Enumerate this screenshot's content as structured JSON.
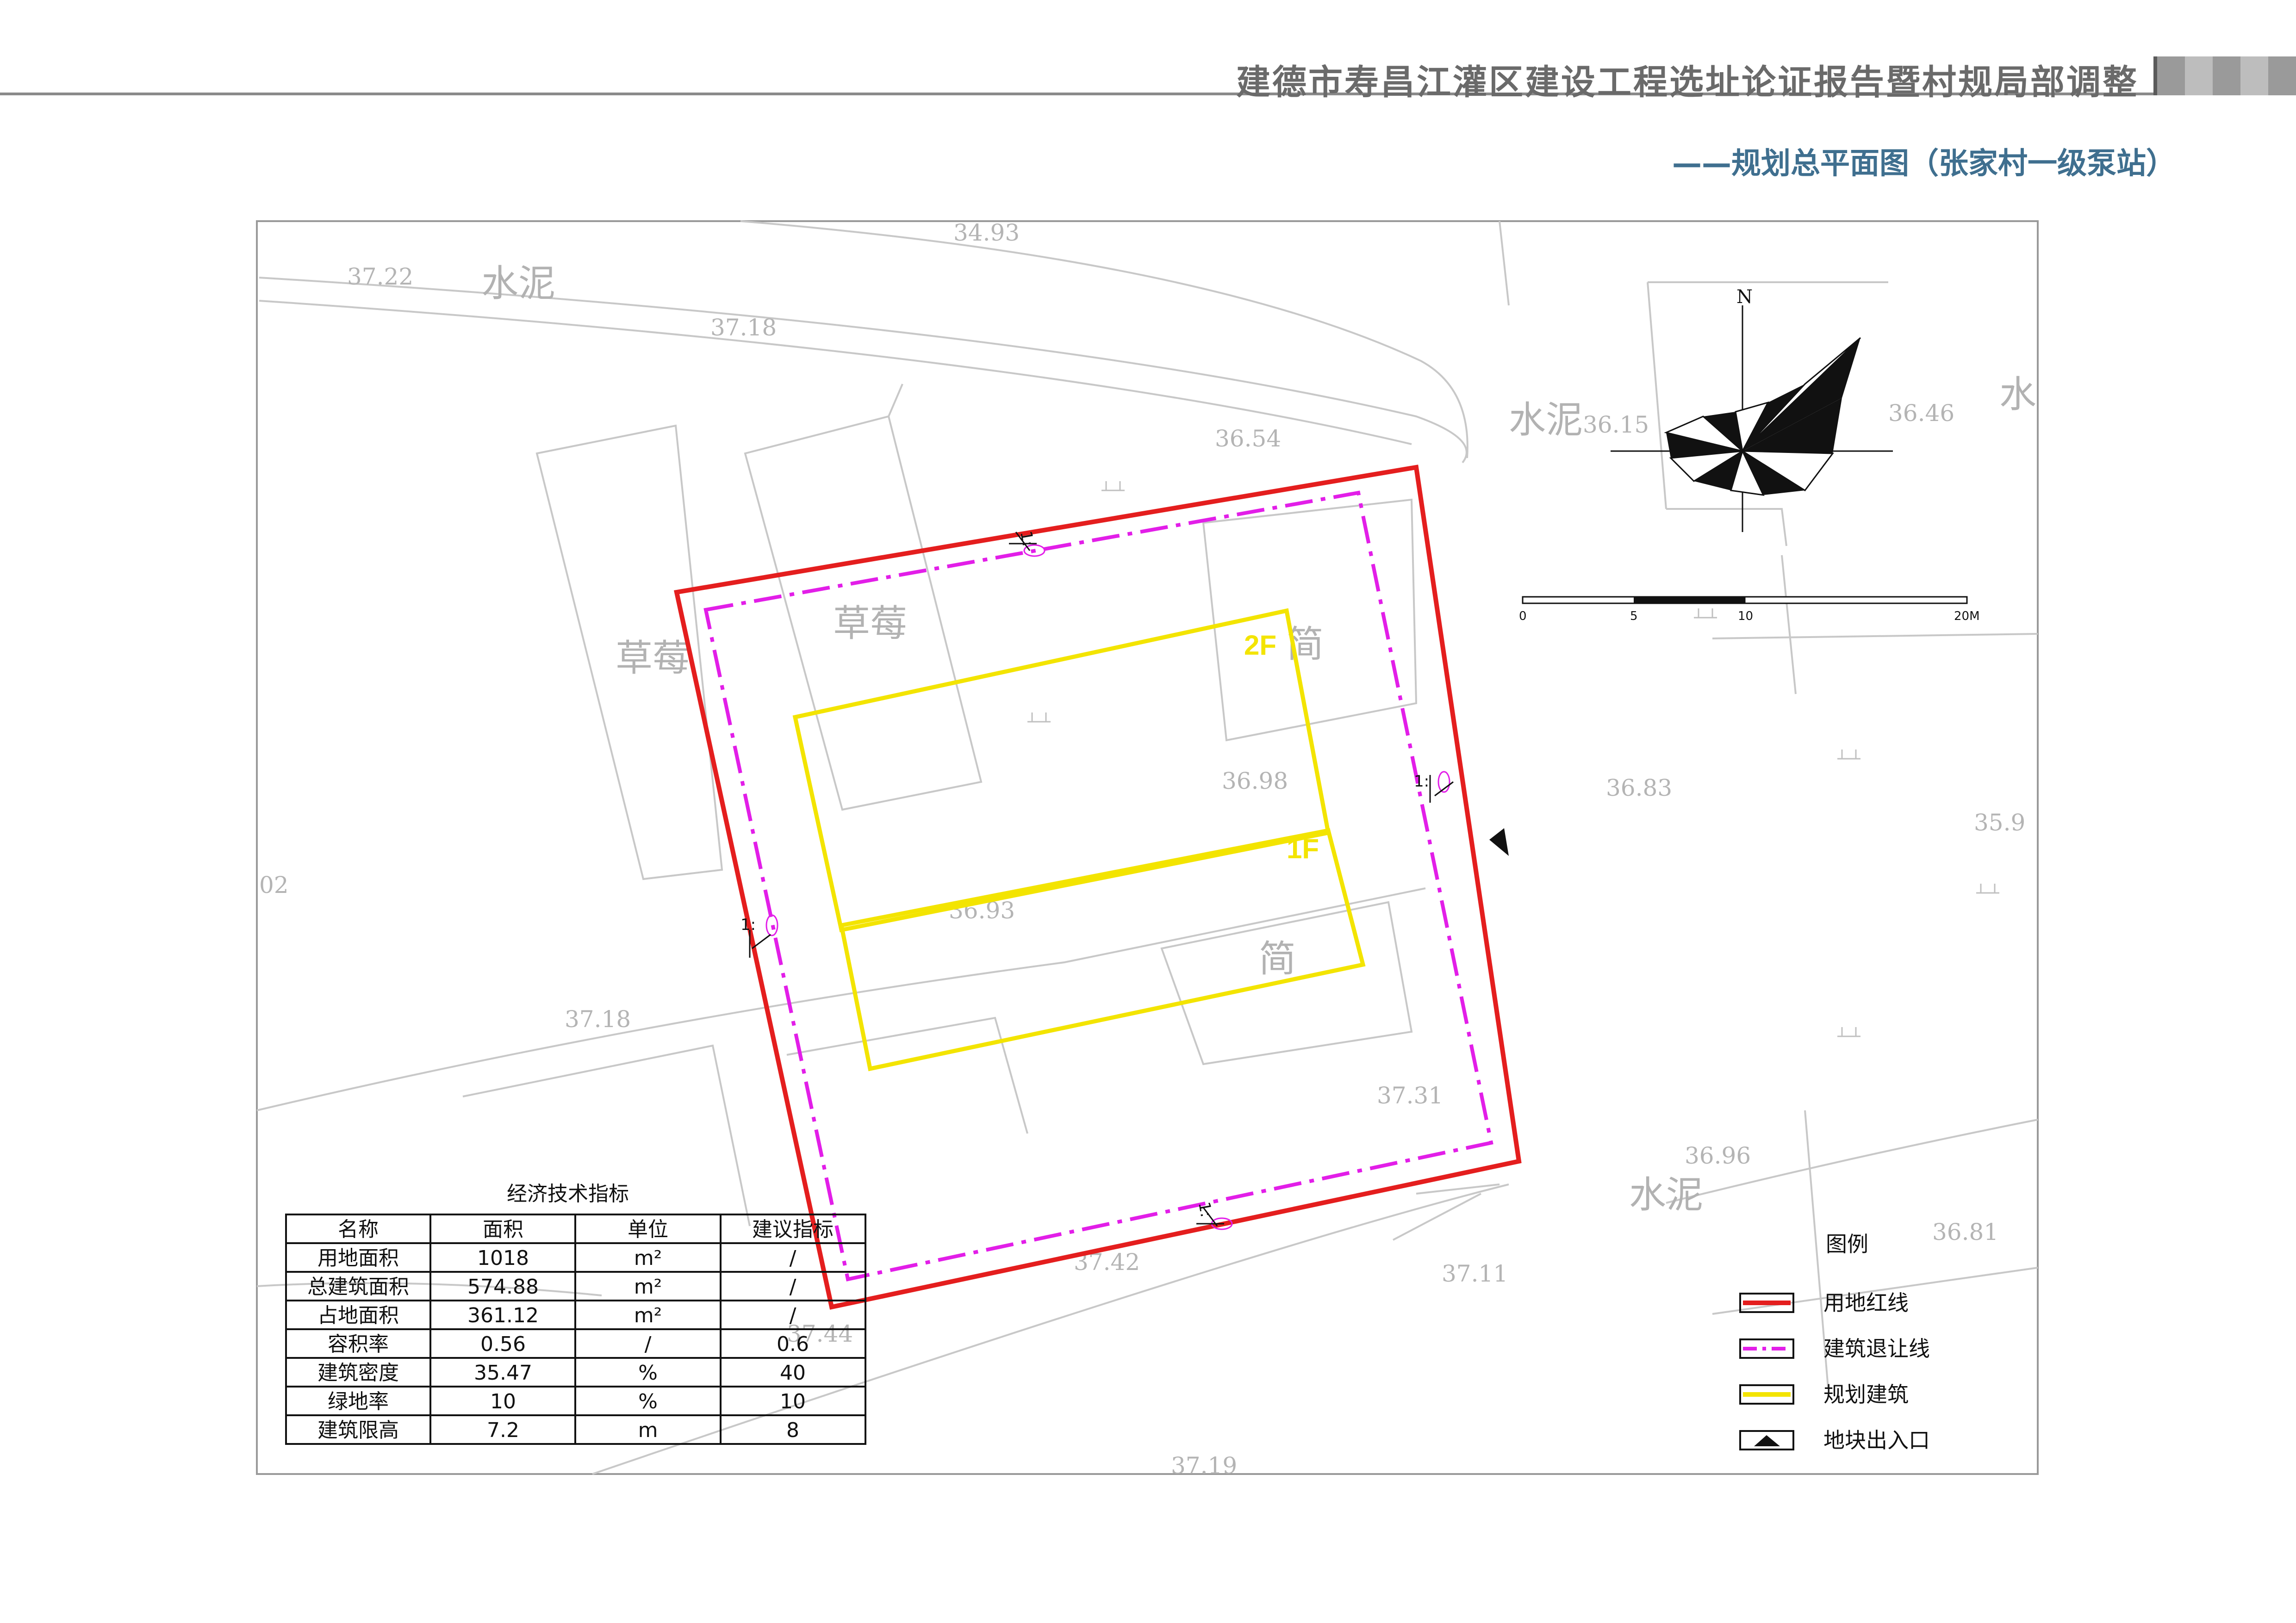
{
  "header": {
    "title": "建德市寿昌江灌区建设工程选址论证报告暨村规局部调整",
    "subtitle": "——规划总平面图（张家村一级泵站）"
  },
  "map": {
    "place_labels": [
      {
        "text": "水泥"
      },
      {
        "text": "水泥"
      },
      {
        "text": "水"
      },
      {
        "text": "水泥"
      },
      {
        "text": "草莓"
      },
      {
        "text": "草莓"
      },
      {
        "text": "简"
      },
      {
        "text": "简"
      }
    ],
    "elevations": [
      "37.22",
      "34.93",
      "37.18",
      "36.54",
      "36.15",
      "36.46",
      "36.98",
      "36.83",
      "35.9",
      "02",
      "36.93",
      "37.18",
      "37.31",
      "36.96",
      "36.81",
      "37.42",
      "37.11",
      "37.44",
      "37.19"
    ],
    "floor_labels": [
      "2F",
      "1F"
    ],
    "setback_labels": [
      "1:",
      "1:",
      "1:",
      "1:"
    ],
    "colors": {
      "red_line": "#e41e1e",
      "setback": "#e21ee8",
      "building": "#f3e400",
      "base": "#c8c8c8"
    }
  },
  "north_arrow": {
    "label": "N"
  },
  "scale_bar": {
    "labels": [
      "0",
      "5",
      "10",
      "20M"
    ]
  },
  "table": {
    "title": "经济技术指标",
    "headers": [
      "名称",
      "面积",
      "单位",
      "建议指标"
    ],
    "rows": [
      [
        "用地面积",
        "1018",
        "m²",
        "/"
      ],
      [
        "总建筑面积",
        "574.88",
        "m²",
        "/"
      ],
      [
        "占地面积",
        "361.12",
        "m²",
        "/"
      ],
      [
        "容积率",
        "0.56",
        "/",
        "0.6"
      ],
      [
        "建筑密度",
        "35.47",
        "%",
        "40"
      ],
      [
        "绿地率",
        "10",
        "%",
        "10"
      ],
      [
        "建筑限高",
        "7.2",
        "m",
        "8"
      ]
    ]
  },
  "legend": {
    "title": "图例",
    "items": [
      {
        "label": "用地红线",
        "icon": "red-line-icon"
      },
      {
        "label": "建筑退让线",
        "icon": "dashed-magenta-line-icon"
      },
      {
        "label": "规划建筑",
        "icon": "yellow-outline-icon"
      },
      {
        "label": "地块出入口",
        "icon": "triangle-entrance-icon"
      }
    ]
  }
}
